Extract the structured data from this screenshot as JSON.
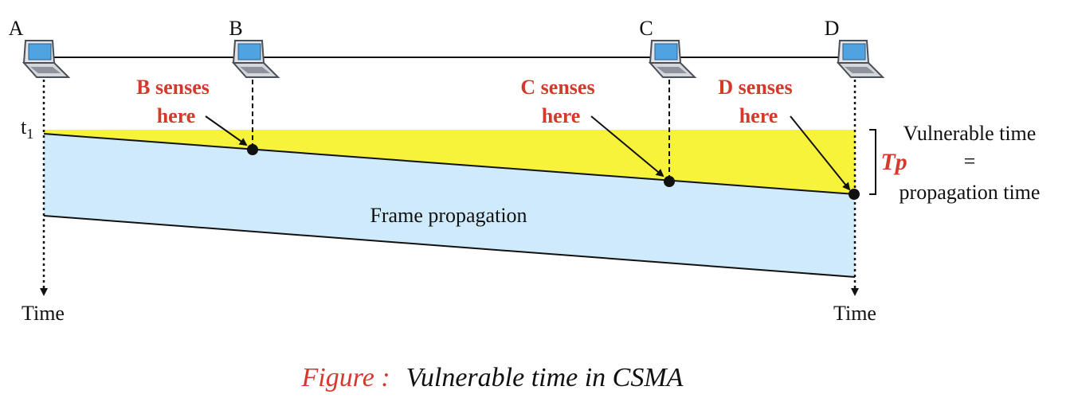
{
  "stations": [
    {
      "label": "A"
    },
    {
      "label": "B"
    },
    {
      "label": "C"
    },
    {
      "label": "D"
    }
  ],
  "senses": [
    {
      "line1": "B senses",
      "line2": "here"
    },
    {
      "line1": "C senses",
      "line2": "here"
    },
    {
      "line1": "D senses",
      "line2": "here"
    }
  ],
  "t1": {
    "main": "t",
    "sub": "1"
  },
  "time_left": "Time",
  "time_right": "Time",
  "frame_label": "Frame propagation",
  "vulnerable": {
    "line1": "Vulnerable time",
    "symbol": "Tp",
    "equals": "=",
    "line2": "propagation time"
  },
  "caption": {
    "prefix": "Figure :",
    "text": "Vulnerable time in CSMA"
  },
  "colors": {
    "vulnerable_region": "#f7f23a",
    "propagation_region": "#cfeafb",
    "sense_text": "#d33a2c",
    "caption_text": "#d33a2c"
  }
}
